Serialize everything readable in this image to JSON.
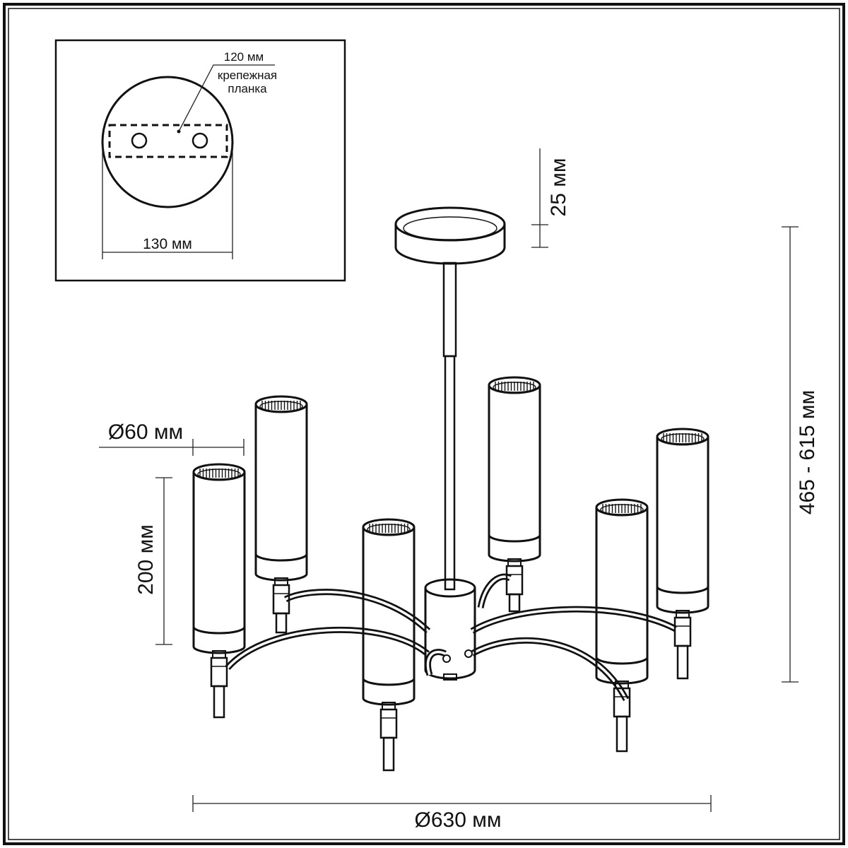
{
  "inset": {
    "plate_width_label": "130 мм",
    "bracket_length_label": "120 мм",
    "bracket_name_line1": "крепежная",
    "bracket_name_line2": "планка"
  },
  "dimensions": {
    "canopy_height": "25 мм",
    "total_height": "465 - 615 мм",
    "shade_diameter": "Ø60 мм",
    "shade_height": "200 мм",
    "total_diameter": "Ø630 мм"
  },
  "lamp_count": 6
}
